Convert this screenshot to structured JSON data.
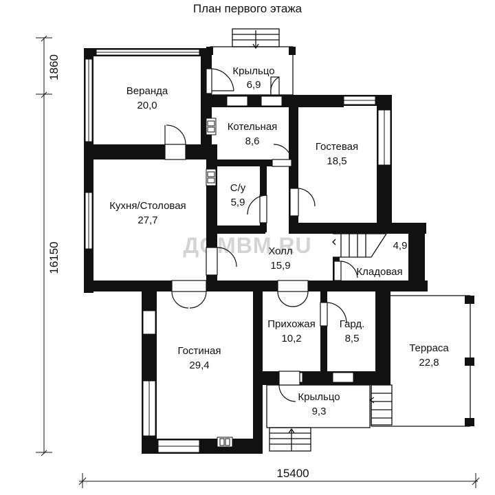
{
  "title": "План первого этажа",
  "watermark": "ДОМВМ.RU",
  "dimensions": {
    "left_top": "1860",
    "left_main": "16150",
    "bottom": "15400"
  },
  "rooms": [
    {
      "name": "Крыльцо",
      "area": "6,9"
    },
    {
      "name": "Веранда",
      "area": "20,0"
    },
    {
      "name": "Котельная",
      "area": "8,6"
    },
    {
      "name": "Гостевая",
      "area": "18,5"
    },
    {
      "name": "С/у",
      "area": "5,9"
    },
    {
      "name": "Кухня/Столовая",
      "area": "27,7"
    },
    {
      "name": "Холл",
      "area": "15,9"
    },
    {
      "name": "Кладовая",
      "area": "4,9"
    },
    {
      "name": "Прихожая",
      "area": "10,2"
    },
    {
      "name": "Гард.",
      "area": "8,5"
    },
    {
      "name": "Гостиная",
      "area": "29,4"
    },
    {
      "name": "Терраса",
      "area": "22,8"
    },
    {
      "name": "Крыльцо",
      "area": "9,3"
    }
  ]
}
